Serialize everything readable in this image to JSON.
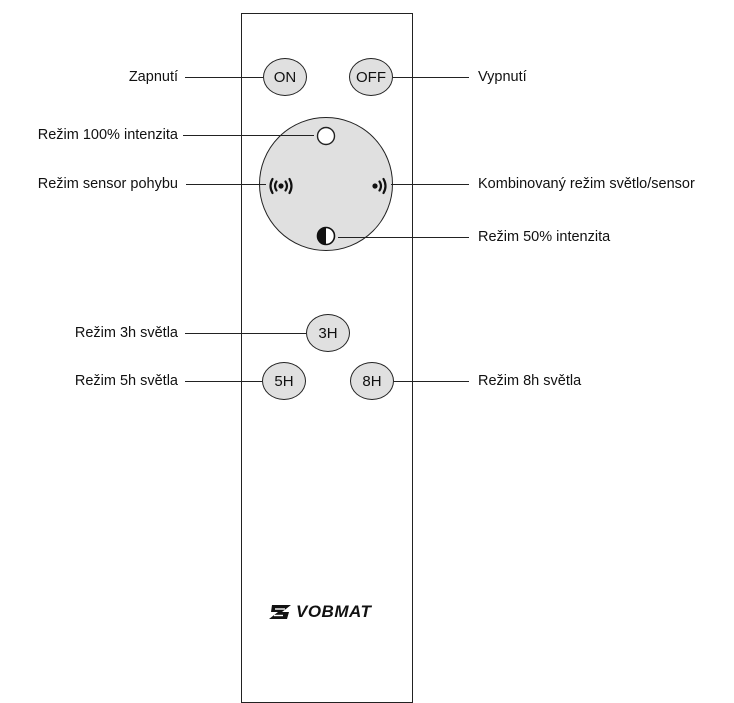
{
  "buttons": {
    "on": "ON",
    "off": "OFF",
    "h3": "3H",
    "h5": "5H",
    "h8": "8H"
  },
  "labels": {
    "zapnuti": "Zapnutí",
    "vypnuti": "Vypnutí",
    "rezim_100": "Režim 100% intenzita",
    "rezim_sensor": "Režim sensor pohybu",
    "kombinovany": "Kombinovaný režim světlo/sensor",
    "rezim_50": "Režim 50% intenzita",
    "rezim_3h": "Režim 3h světla",
    "rezim_5h": "Režim 5h světla",
    "rezim_8h": "Režim 8h světla"
  },
  "brand": {
    "name": "VOBMAT"
  },
  "icons": {
    "dpad_top": "circle-outline-icon",
    "dpad_left": "motion-sensor-icon",
    "dpad_right": "combined-signal-icon",
    "dpad_bottom": "half-circle-icon",
    "brand_logo": "vobmat-logo-icon"
  },
  "colors": {
    "button_fill": "#e0e0e0",
    "outline": "#222222",
    "background": "#ffffff"
  }
}
